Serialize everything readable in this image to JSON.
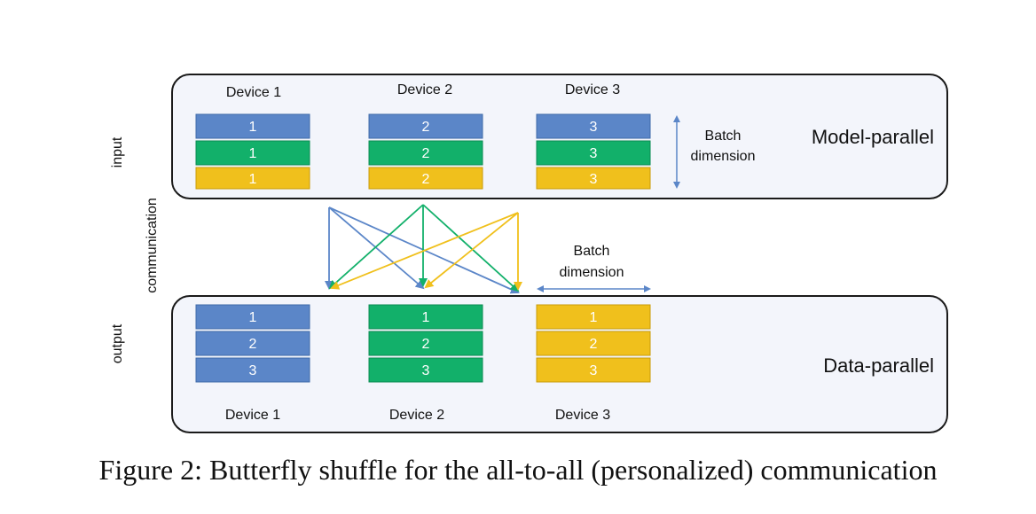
{
  "colors": {
    "device1": "#5b86c8",
    "device2": "#12b06a",
    "device3": "#f0c01c",
    "panel_fill": "#f3f5fb",
    "panel_stroke": "#1a1a1a",
    "arrow_blue": "#5b86c8",
    "arrow_green": "#12b06a",
    "arrow_yellow": "#f0c01c"
  },
  "side_labels": {
    "input": "input",
    "communication": "communication",
    "output": "output"
  },
  "input_panel": {
    "title": "Model-parallel",
    "batch_label_line1": "Batch",
    "batch_label_line2": "dimension",
    "devices": [
      {
        "label": "Device 1",
        "blocks": [
          "1",
          "1",
          "1"
        ]
      },
      {
        "label": "Device 2",
        "blocks": [
          "2",
          "2",
          "2"
        ]
      },
      {
        "label": "Device 3",
        "blocks": [
          "3",
          "3",
          "3"
        ]
      }
    ]
  },
  "output_panel": {
    "title": "Data-parallel",
    "batch_label_line1": "Batch",
    "batch_label_line2": "dimension",
    "devices": [
      {
        "label": "Device 1",
        "blocks": [
          "1",
          "2",
          "3"
        ]
      },
      {
        "label": "Device 2",
        "blocks": [
          "1",
          "2",
          "3"
        ]
      },
      {
        "label": "Device 3",
        "blocks": [
          "1",
          "2",
          "3"
        ]
      }
    ]
  },
  "caption": "Figure 2: Butterfly shuffle for the all-to-all (personalized) communication"
}
